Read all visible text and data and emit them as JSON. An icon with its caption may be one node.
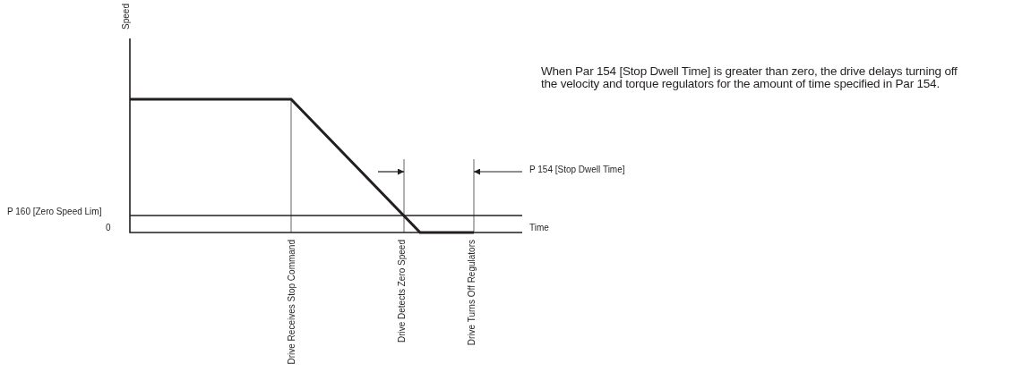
{
  "diagram": {
    "labels": [
      "Speed",
      "When Par 154 [Stop Dwell Time] is greater than zero, the drive delays turning off the velocity and torque regulators for the amount of time specified in Par 154.",
      "P 154 [Stop Dwell Time]",
      "P 160 [Zero Speed Lim]",
      "0",
      "Time",
      "Drive Receives Stop Command",
      "Drive Detects Zero Speed",
      "Drive Turns Off Regulators"
    ]
  }
}
